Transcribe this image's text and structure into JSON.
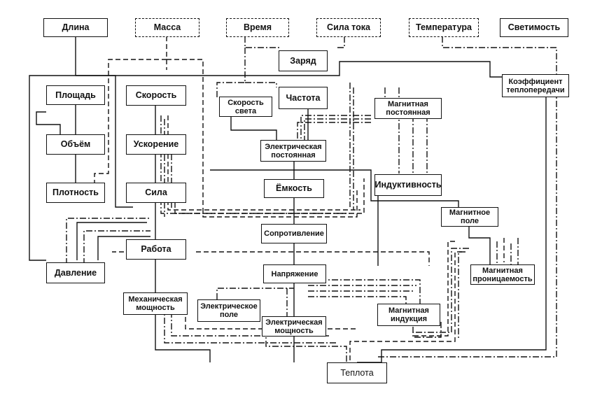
{
  "nodes": {
    "length": "Длина",
    "mass": "Масса",
    "time": "Время",
    "current": "Сила тока",
    "temperature": "Температура",
    "luminosity": "Светимость",
    "charge": "Заряд",
    "area": "Площадь",
    "velocity": "Скорость",
    "speed_of_light": "Скорость\nсвета",
    "frequency": "Частота",
    "magnetic_constant": "Магнитная\nпостоянная",
    "heat_transfer": "Коэффициент\nтеплопередачи",
    "volume": "Объём",
    "acceleration": "Ускорение",
    "electric_constant": "Электрическая\nпостоянная",
    "density": "Плотность",
    "force": "Сила",
    "capacitance": "Ёмкость",
    "inductance": "Индуктивность",
    "magnetic_field": "Магнитное\nполе",
    "resistance": "Сопротивление",
    "work": "Работа",
    "pressure": "Давление",
    "voltage": "Напряжение",
    "permeability": "Магнитная\nпроницаемость",
    "mech_power": "Механическая\nмощность",
    "electric_field": "Электрическое\nполе",
    "magnetic_induction": "Магнитная\nиндукция",
    "elec_power": "Электрическая\nмощность",
    "heat": "Теплота"
  }
}
